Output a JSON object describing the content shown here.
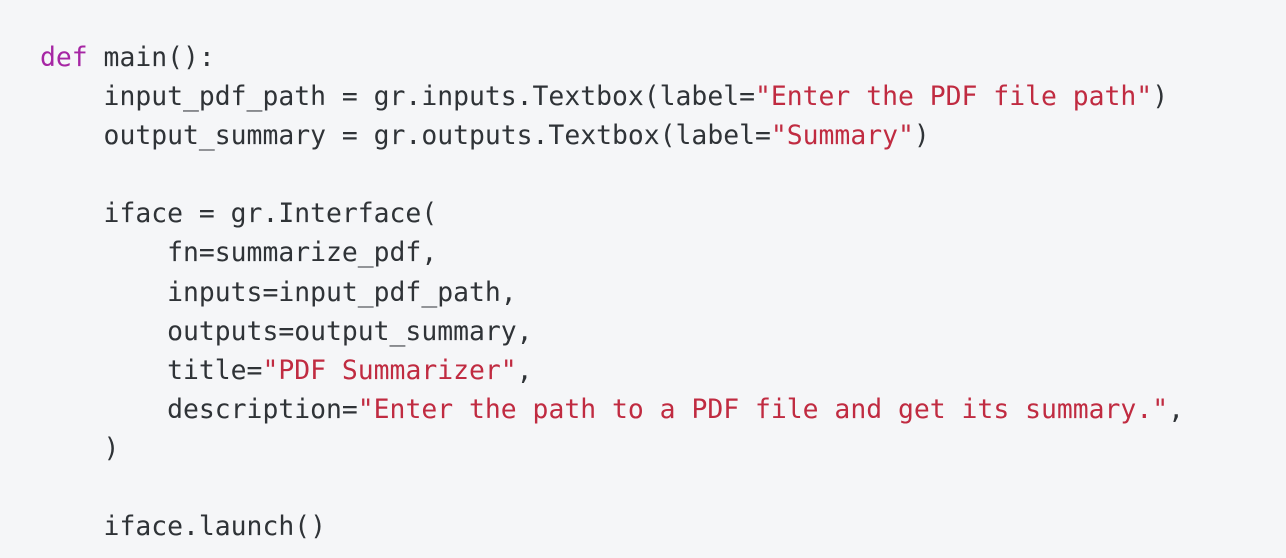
{
  "page": {
    "background": "#f5f6f8"
  },
  "code_block": {
    "language": "python",
    "colors": {
      "plain": "#2f3337",
      "keyword": "#a626a4",
      "string": "#c02b41"
    },
    "lines": [
      {
        "tokens": [
          {
            "type": "keyword",
            "text": "def"
          },
          {
            "type": "plain",
            "text": " main():"
          }
        ]
      },
      {
        "tokens": [
          {
            "type": "plain",
            "text": "    input_pdf_path = gr.inputs.Textbox(label="
          },
          {
            "type": "string",
            "text": "\"Enter the PDF file path\""
          },
          {
            "type": "plain",
            "text": ")"
          }
        ]
      },
      {
        "tokens": [
          {
            "type": "plain",
            "text": "    output_summary = gr.outputs.Textbox(label="
          },
          {
            "type": "string",
            "text": "\"Summary\""
          },
          {
            "type": "plain",
            "text": ")"
          }
        ]
      },
      {
        "tokens": []
      },
      {
        "tokens": [
          {
            "type": "plain",
            "text": "    iface = gr.Interface("
          }
        ]
      },
      {
        "tokens": [
          {
            "type": "plain",
            "text": "        fn=summarize_pdf,"
          }
        ]
      },
      {
        "tokens": [
          {
            "type": "plain",
            "text": "        inputs=input_pdf_path,"
          }
        ]
      },
      {
        "tokens": [
          {
            "type": "plain",
            "text": "        outputs=output_summary,"
          }
        ]
      },
      {
        "tokens": [
          {
            "type": "plain",
            "text": "        title="
          },
          {
            "type": "string",
            "text": "\"PDF Summarizer\""
          },
          {
            "type": "plain",
            "text": ","
          }
        ]
      },
      {
        "tokens": [
          {
            "type": "plain",
            "text": "        description="
          },
          {
            "type": "string",
            "text": "\"Enter the path to a PDF file and get its summary.\""
          },
          {
            "type": "plain",
            "text": ","
          }
        ]
      },
      {
        "tokens": [
          {
            "type": "plain",
            "text": "    )"
          }
        ]
      },
      {
        "tokens": []
      },
      {
        "tokens": [
          {
            "type": "plain",
            "text": "    iface.launch()"
          }
        ]
      }
    ]
  }
}
